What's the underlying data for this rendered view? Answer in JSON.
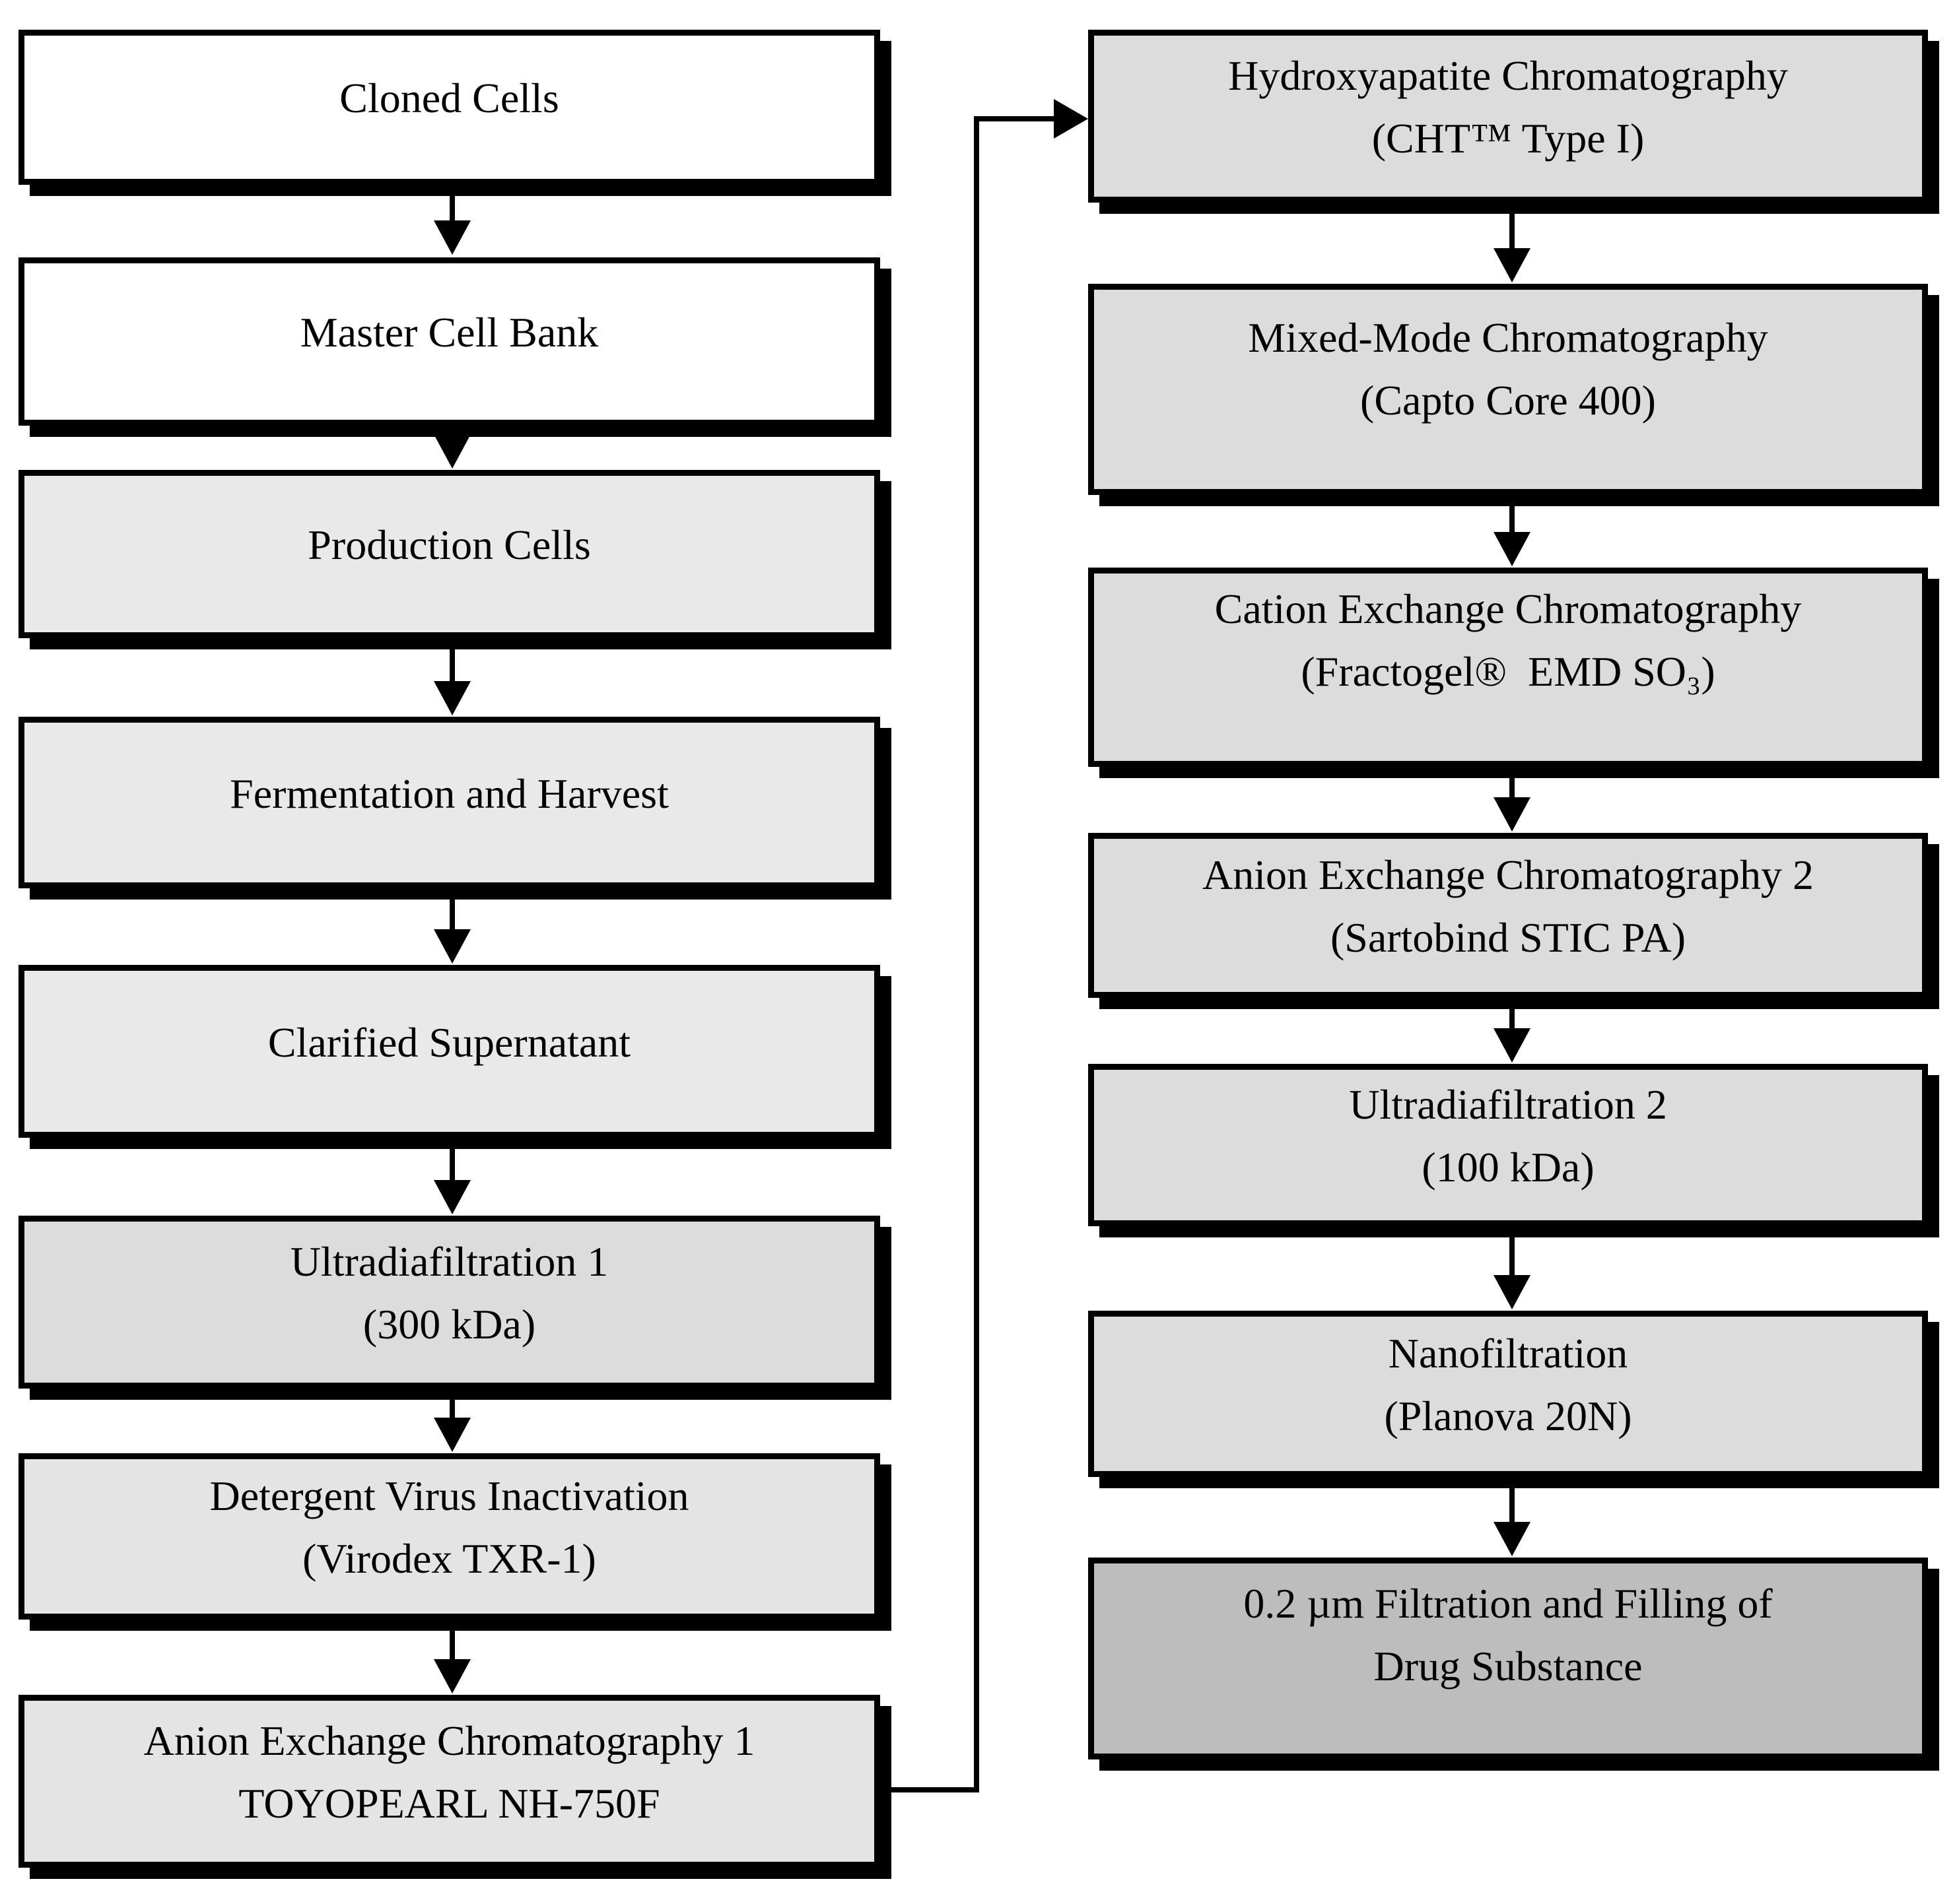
{
  "flow": {
    "left": [
      {
        "name": "cloned-cells",
        "lines": [
          "Cloned Cells"
        ]
      },
      {
        "name": "master-cell-bank",
        "lines": [
          "Master Cell Bank"
        ]
      },
      {
        "name": "production-cells",
        "lines": [
          "Production Cells"
        ]
      },
      {
        "name": "fermentation-and-harvest",
        "lines": [
          "Fermentation and Harvest"
        ]
      },
      {
        "name": "clarified-supernatant",
        "lines": [
          "Clarified Supernatant"
        ]
      },
      {
        "name": "ultradiafiltration-1",
        "lines": [
          "Ultradiafiltration 1",
          "(300 kDa)"
        ]
      },
      {
        "name": "detergent-virus-inactivation",
        "lines": [
          "Detergent Virus Inactivation",
          "(Virodex TXR-1)"
        ]
      },
      {
        "name": "anion-exchange-chromatography-1",
        "lines": [
          "Anion Exchange Chromatography 1",
          "TOYOPEARL NH-750F"
        ]
      }
    ],
    "right": [
      {
        "name": "hydroxyapatite-chromatography",
        "lines": [
          "Hydroxyapatite Chromatography",
          "(CHT™ Type I)"
        ]
      },
      {
        "name": "mixed-mode-chromatography",
        "lines": [
          "Mixed-Mode Chromatography",
          "(Capto Core 400)"
        ]
      },
      {
        "name": "cation-exchange-chromatography",
        "lines": [
          "Cation Exchange Chromatography",
          "(Fractogel®  EMD SO₃)"
        ]
      },
      {
        "name": "anion-exchange-chromatography-2",
        "lines": [
          "Anion Exchange Chromatography 2",
          "(Sartobind STIC PA)"
        ]
      },
      {
        "name": "ultradiafiltration-2",
        "lines": [
          "Ultradiafiltration 2",
          "(100 kDa)"
        ]
      },
      {
        "name": "nanofiltration",
        "lines": [
          "Nanofiltration",
          "(Planova 20N)"
        ]
      },
      {
        "name": "filtration-and-filling",
        "lines": [
          "0.2 µm Filtration and Filling of",
          "Drug Substance"
        ]
      }
    ],
    "colors": {
      "border": "#000000",
      "shadow": "#000000",
      "box_white": "#ffffff",
      "box_light_gray": "#e9e9e9",
      "box_mid_gray": "#dcdcdc",
      "box_dark_gray": "#bdbdbd",
      "arrow": "#000000",
      "background": "#ffffff"
    }
  }
}
